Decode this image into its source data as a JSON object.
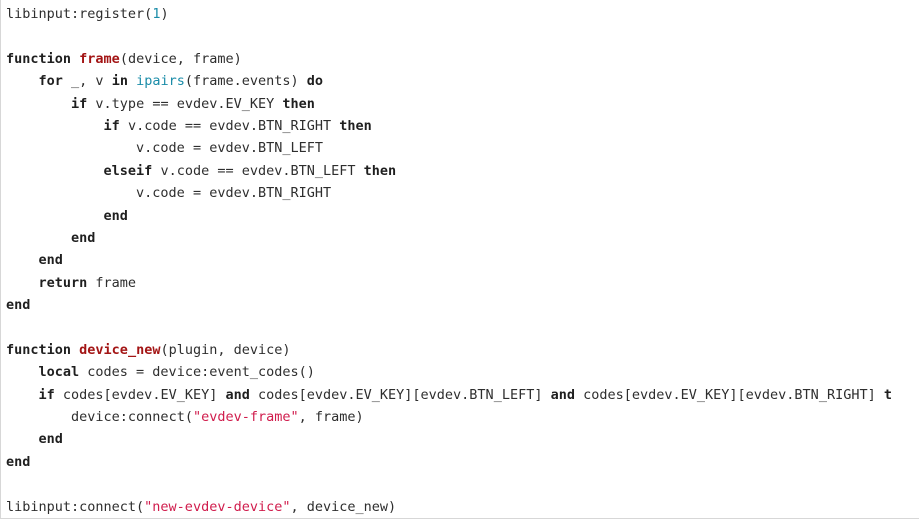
{
  "editor": {
    "lines": [
      {
        "indent": "",
        "tokens": [
          {
            "type": "plain",
            "text": "libinput:register("
          },
          {
            "type": "number",
            "text": "1"
          },
          {
            "type": "plain",
            "text": ")"
          }
        ]
      },
      {
        "indent": "",
        "tokens": []
      },
      {
        "indent": "",
        "tokens": [
          {
            "type": "keyword",
            "text": "function"
          },
          {
            "type": "plain",
            "text": " "
          },
          {
            "type": "funcname",
            "text": "frame"
          },
          {
            "type": "plain",
            "text": "(device, frame)"
          }
        ]
      },
      {
        "indent": "    ",
        "tokens": [
          {
            "type": "keyword",
            "text": "for"
          },
          {
            "type": "plain",
            "text": " _, v "
          },
          {
            "type": "keyword",
            "text": "in"
          },
          {
            "type": "plain",
            "text": " "
          },
          {
            "type": "builtin",
            "text": "ipairs"
          },
          {
            "type": "plain",
            "text": "(frame.events) "
          },
          {
            "type": "keyword",
            "text": "do"
          }
        ]
      },
      {
        "indent": "        ",
        "tokens": [
          {
            "type": "keyword",
            "text": "if"
          },
          {
            "type": "plain",
            "text": " v.type == evdev.EV_KEY "
          },
          {
            "type": "keyword",
            "text": "then"
          }
        ]
      },
      {
        "indent": "            ",
        "tokens": [
          {
            "type": "keyword",
            "text": "if"
          },
          {
            "type": "plain",
            "text": " v.code == evdev.BTN_RIGHT "
          },
          {
            "type": "keyword",
            "text": "then"
          }
        ]
      },
      {
        "indent": "                ",
        "tokens": [
          {
            "type": "plain",
            "text": "v.code = evdev.BTN_LEFT"
          }
        ]
      },
      {
        "indent": "            ",
        "tokens": [
          {
            "type": "keyword",
            "text": "elseif"
          },
          {
            "type": "plain",
            "text": " v.code == evdev.BTN_LEFT "
          },
          {
            "type": "keyword",
            "text": "then"
          }
        ]
      },
      {
        "indent": "                ",
        "tokens": [
          {
            "type": "plain",
            "text": "v.code = evdev.BTN_RIGHT"
          }
        ]
      },
      {
        "indent": "            ",
        "tokens": [
          {
            "type": "keyword",
            "text": "end"
          }
        ]
      },
      {
        "indent": "        ",
        "tokens": [
          {
            "type": "keyword",
            "text": "end"
          }
        ]
      },
      {
        "indent": "    ",
        "tokens": [
          {
            "type": "keyword",
            "text": "end"
          }
        ]
      },
      {
        "indent": "    ",
        "tokens": [
          {
            "type": "keyword",
            "text": "return"
          },
          {
            "type": "plain",
            "text": " frame"
          }
        ]
      },
      {
        "indent": "",
        "tokens": [
          {
            "type": "keyword",
            "text": "end"
          }
        ]
      },
      {
        "indent": "",
        "tokens": []
      },
      {
        "indent": "",
        "tokens": [
          {
            "type": "keyword",
            "text": "function"
          },
          {
            "type": "plain",
            "text": " "
          },
          {
            "type": "funcname",
            "text": "device_new"
          },
          {
            "type": "plain",
            "text": "(plugin, device)"
          }
        ]
      },
      {
        "indent": "    ",
        "tokens": [
          {
            "type": "keyword",
            "text": "local"
          },
          {
            "type": "plain",
            "text": " codes = device:event_codes()"
          }
        ]
      },
      {
        "indent": "    ",
        "tokens": [
          {
            "type": "keyword",
            "text": "if"
          },
          {
            "type": "plain",
            "text": " codes[evdev.EV_KEY] "
          },
          {
            "type": "keyword",
            "text": "and"
          },
          {
            "type": "plain",
            "text": " codes[evdev.EV_KEY][evdev.BTN_LEFT] "
          },
          {
            "type": "keyword",
            "text": "and"
          },
          {
            "type": "plain",
            "text": " codes[evdev.EV_KEY][evdev.BTN_RIGHT] "
          },
          {
            "type": "keyword",
            "text": "t"
          }
        ]
      },
      {
        "indent": "        ",
        "tokens": [
          {
            "type": "plain",
            "text": "device:connect("
          },
          {
            "type": "string",
            "text": "\"evdev-frame\""
          },
          {
            "type": "plain",
            "text": ", frame)"
          }
        ]
      },
      {
        "indent": "    ",
        "tokens": [
          {
            "type": "keyword",
            "text": "end"
          }
        ]
      },
      {
        "indent": "",
        "tokens": [
          {
            "type": "keyword",
            "text": "end"
          }
        ]
      },
      {
        "indent": "",
        "tokens": []
      },
      {
        "indent": "",
        "tokens": [
          {
            "type": "plain",
            "text": "libinput:connect("
          },
          {
            "type": "string",
            "text": "\"new-evdev-device\""
          },
          {
            "type": "plain",
            "text": ", device_new)"
          }
        ]
      }
    ]
  }
}
